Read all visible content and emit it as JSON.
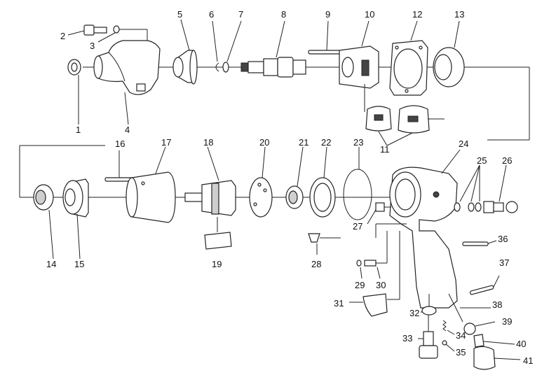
{
  "parts": [
    {
      "id": "p1",
      "label": "1"
    },
    {
      "id": "p2",
      "label": "2"
    },
    {
      "id": "p3",
      "label": "3"
    },
    {
      "id": "p4",
      "label": "4"
    },
    {
      "id": "p5",
      "label": "5"
    },
    {
      "id": "p6",
      "label": "6"
    },
    {
      "id": "p7",
      "label": "7"
    },
    {
      "id": "p8",
      "label": "8"
    },
    {
      "id": "p9",
      "label": "9"
    },
    {
      "id": "p10",
      "label": "10"
    },
    {
      "id": "p11",
      "label": "11"
    },
    {
      "id": "p12",
      "label": "12"
    },
    {
      "id": "p13",
      "label": "13"
    },
    {
      "id": "p14",
      "label": "14"
    },
    {
      "id": "p15",
      "label": "15"
    },
    {
      "id": "p16",
      "label": "16"
    },
    {
      "id": "p17",
      "label": "17"
    },
    {
      "id": "p18",
      "label": "18"
    },
    {
      "id": "p19",
      "label": "19"
    },
    {
      "id": "p20",
      "label": "20"
    },
    {
      "id": "p21",
      "label": "21"
    },
    {
      "id": "p22",
      "label": "22"
    },
    {
      "id": "p23",
      "label": "23"
    },
    {
      "id": "p24",
      "label": "24"
    },
    {
      "id": "p25",
      "label": "25"
    },
    {
      "id": "p26",
      "label": "26"
    },
    {
      "id": "p27",
      "label": "27"
    },
    {
      "id": "p28",
      "label": "28"
    },
    {
      "id": "p29",
      "label": "29"
    },
    {
      "id": "p30",
      "label": "30"
    },
    {
      "id": "p31",
      "label": "31"
    },
    {
      "id": "p32",
      "label": "32"
    },
    {
      "id": "p33",
      "label": "33"
    },
    {
      "id": "p34",
      "label": "34"
    },
    {
      "id": "p35",
      "label": "35"
    },
    {
      "id": "p36",
      "label": "36"
    },
    {
      "id": "p37",
      "label": "37"
    },
    {
      "id": "p38",
      "label": "38"
    },
    {
      "id": "p39",
      "label": "39"
    },
    {
      "id": "p40",
      "label": "40"
    },
    {
      "id": "p41",
      "label": "41"
    }
  ]
}
